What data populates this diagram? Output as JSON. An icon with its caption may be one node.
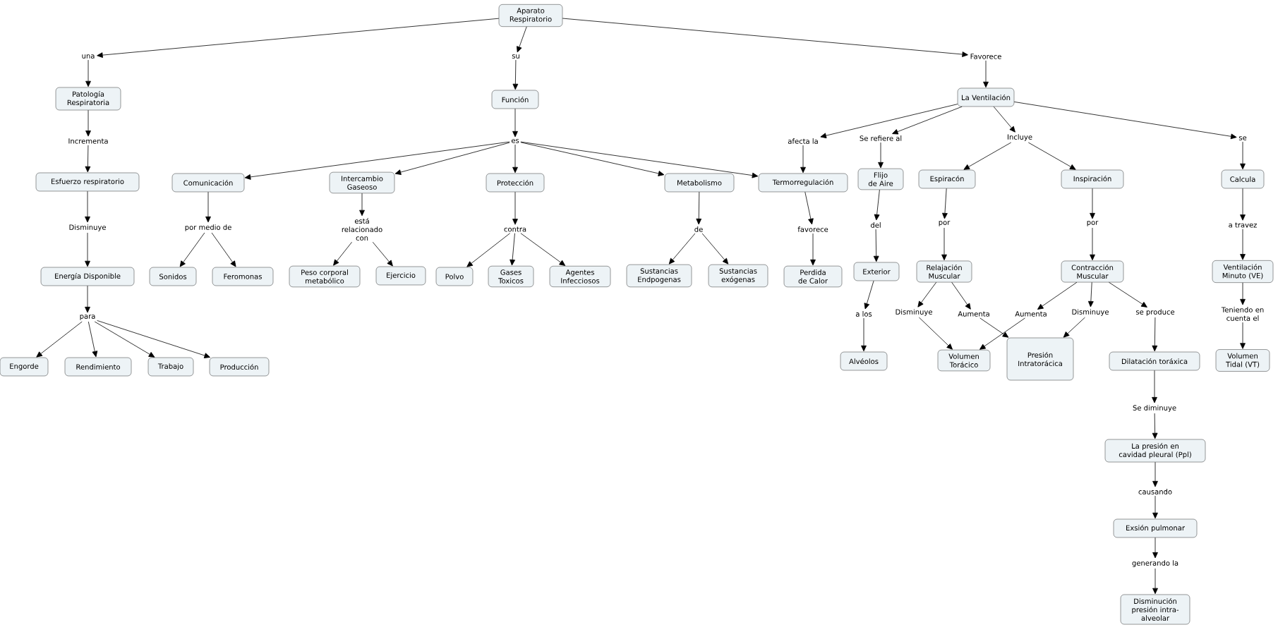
{
  "diagram": {
    "nodes": [
      {
        "text": [
          "Aparato Respiratorio"
        ]
      },
      {
        "text": [
          "una"
        ]
      },
      {
        "text": [
          "su"
        ]
      },
      {
        "text": [
          "Favorece"
        ]
      },
      {
        "text": [
          "Patología Respiratoria"
        ]
      },
      {
        "text": [
          "Función"
        ]
      },
      {
        "text": [
          "La Ventilación"
        ]
      },
      {
        "text": [
          "Incrementa"
        ]
      },
      {
        "text": [
          "es"
        ]
      },
      {
        "text": [
          "afecta la"
        ]
      },
      {
        "text": [
          "Se refiere al"
        ]
      },
      {
        "text": [
          "Incluye"
        ]
      },
      {
        "text": [
          "se"
        ]
      },
      {
        "text": [
          "Esfuerzo respiratorio"
        ]
      },
      {
        "text": [
          "Comunicación"
        ]
      },
      {
        "text": [
          "Intercambio Gaseoso"
        ]
      },
      {
        "text": [
          "Protección"
        ]
      },
      {
        "text": [
          "Metabolismo"
        ]
      },
      {
        "text": [
          "Termorregulación"
        ]
      },
      {
        "text": [
          "Flijo de Aire"
        ]
      },
      {
        "text": [
          "Espiracón"
        ]
      },
      {
        "text": [
          "Inspiración"
        ]
      },
      {
        "text": [
          "Calcula"
        ]
      },
      {
        "text": [
          "Disminuye"
        ]
      },
      {
        "text": [
          "por medio de"
        ]
      },
      {
        "text": [
          "está relacionado con"
        ]
      },
      {
        "text": [
          "contra"
        ]
      },
      {
        "text": [
          "de"
        ]
      },
      {
        "text": [
          "favorece"
        ]
      },
      {
        "text": [
          "del"
        ]
      },
      {
        "text": [
          "por"
        ]
      },
      {
        "text": [
          "por"
        ]
      },
      {
        "text": [
          "a travez"
        ]
      },
      {
        "text": [
          "Energía Disponible"
        ]
      },
      {
        "text": [
          "Sonidos"
        ]
      },
      {
        "text": [
          "Feromonas"
        ]
      },
      {
        "text": [
          "Peso corporal metabólico"
        ]
      },
      {
        "text": [
          "Ejercicio"
        ]
      },
      {
        "text": [
          "Polvo"
        ]
      },
      {
        "text": [
          "Gases Toxicos"
        ]
      },
      {
        "text": [
          "Agentes Infecciosos"
        ]
      },
      {
        "text": [
          "Sustancias Endpogenas"
        ]
      },
      {
        "text": [
          "Sustancias exógenas"
        ]
      },
      {
        "text": [
          "Perdida de Calor"
        ]
      },
      {
        "text": [
          "Exterior"
        ]
      },
      {
        "text": [
          "Relajación Muscular"
        ]
      },
      {
        "text": [
          "Contracción Muscular"
        ]
      },
      {
        "text": [
          "Ventilación Minuto (VE)"
        ]
      },
      {
        "text": [
          "para"
        ]
      },
      {
        "text": [
          "a los"
        ]
      },
      {
        "text": [
          "Disminuye"
        ]
      },
      {
        "text": [
          "Aumenta"
        ]
      },
      {
        "text": [
          "Aumenta"
        ]
      },
      {
        "text": [
          "Disminuye"
        ]
      },
      {
        "text": [
          "se produce"
        ]
      },
      {
        "text": [
          "Teniendo en cuenta el"
        ]
      },
      {
        "text": [
          "Engorde"
        ]
      },
      {
        "text": [
          "Rendimiento"
        ]
      },
      {
        "text": [
          "Trabajo"
        ]
      },
      {
        "text": [
          "Producción"
        ]
      },
      {
        "text": [
          "Alvéolos"
        ]
      },
      {
        "text": [
          "Volumen Torácico"
        ]
      },
      {
        "text": [
          "Presión Intratorácica"
        ]
      },
      {
        "text": [
          "Dilatación toráxica"
        ]
      },
      {
        "text": [
          "Volumen Tidal (VT)"
        ]
      },
      {
        "text": [
          "Se diminuye"
        ]
      },
      {
        "text": [
          "La presión en cavidad pleural (Ppl)"
        ]
      },
      {
        "text": [
          "causando"
        ]
      },
      {
        "text": [
          "Exsión pulmonar"
        ]
      },
      {
        "text": [
          "generando la"
        ]
      },
      {
        "text": [
          "Disminución presión intra-alveolar"
        ]
      }
    ],
    "edges": [
      {
        "from": 0,
        "to": 1,
        "arrow": "to"
      },
      {
        "from": 0,
        "to": 2,
        "arrow": "to"
      },
      {
        "from": 0,
        "to": 3,
        "arrow": "to"
      },
      {
        "from": 1,
        "to": 4,
        "arrow": "to"
      },
      {
        "from": 2,
        "to": 5,
        "arrow": "to"
      },
      {
        "from": 3,
        "to": 6,
        "arrow": "to"
      },
      {
        "from": 4,
        "to": 7,
        "arrow": "to"
      },
      {
        "from": 7,
        "to": 13,
        "arrow": "to"
      },
      {
        "from": 13,
        "to": 23,
        "arrow": "to"
      },
      {
        "from": 23,
        "to": 33,
        "arrow": "to"
      },
      {
        "from": 33,
        "to": 48,
        "arrow": "to"
      },
      {
        "from": 48,
        "to": 56,
        "arrow": "to"
      },
      {
        "from": 48,
        "to": 57,
        "arrow": "to"
      },
      {
        "from": 48,
        "to": 58,
        "arrow": "to"
      },
      {
        "from": 48,
        "to": 59,
        "arrow": "to"
      },
      {
        "from": 5,
        "to": 8,
        "arrow": "to"
      },
      {
        "from": 8,
        "to": 14,
        "arrow": "to"
      },
      {
        "from": 8,
        "to": 15,
        "arrow": "to"
      },
      {
        "from": 8,
        "to": 16,
        "arrow": "to"
      },
      {
        "from": 8,
        "to": 17,
        "arrow": "to"
      },
      {
        "from": 8,
        "to": 18,
        "arrow": "to"
      },
      {
        "from": 14,
        "to": 24,
        "arrow": "to"
      },
      {
        "from": 24,
        "to": 34,
        "arrow": "to"
      },
      {
        "from": 24,
        "to": 35,
        "arrow": "to"
      },
      {
        "from": 15,
        "to": 25,
        "arrow": "to"
      },
      {
        "from": 25,
        "to": 36,
        "arrow": "to"
      },
      {
        "from": 25,
        "to": 37,
        "arrow": "to"
      },
      {
        "from": 16,
        "to": 26,
        "arrow": "to"
      },
      {
        "from": 26,
        "to": 38,
        "arrow": "to"
      },
      {
        "from": 26,
        "to": 39,
        "arrow": "to"
      },
      {
        "from": 26,
        "to": 40,
        "arrow": "to"
      },
      {
        "from": 17,
        "to": 27,
        "arrow": "to"
      },
      {
        "from": 27,
        "to": 41,
        "arrow": "to"
      },
      {
        "from": 27,
        "to": 42,
        "arrow": "to"
      },
      {
        "from": 18,
        "to": 28,
        "arrow": "to"
      },
      {
        "from": 28,
        "to": 43,
        "arrow": "to"
      },
      {
        "from": 6,
        "to": 9,
        "arrow": "to"
      },
      {
        "from": 6,
        "to": 10,
        "arrow": "to"
      },
      {
        "from": 6,
        "to": 11,
        "arrow": "to"
      },
      {
        "from": 6,
        "to": 12,
        "arrow": "to"
      },
      {
        "from": 9,
        "to": 18,
        "arrow": "to"
      },
      {
        "from": 10,
        "to": 19,
        "arrow": "to"
      },
      {
        "from": 11,
        "to": 20,
        "arrow": "to"
      },
      {
        "from": 11,
        "to": 21,
        "arrow": "to"
      },
      {
        "from": 12,
        "to": 22,
        "arrow": "to"
      },
      {
        "from": 19,
        "to": 29,
        "arrow": "to"
      },
      {
        "from": 29,
        "to": 44,
        "arrow": "to"
      },
      {
        "from": 44,
        "to": 49,
        "arrow": "to"
      },
      {
        "from": 49,
        "to": 60,
        "arrow": "to"
      },
      {
        "from": 20,
        "to": 30,
        "arrow": "to"
      },
      {
        "from": 30,
        "to": 45,
        "arrow": "to"
      },
      {
        "from": 45,
        "to": 50,
        "arrow": "to"
      },
      {
        "from": 45,
        "to": 51,
        "arrow": "to"
      },
      {
        "from": 50,
        "to": 61,
        "arrow": "to"
      },
      {
        "from": 51,
        "to": 62,
        "arrow": "to"
      },
      {
        "from": 21,
        "to": 31,
        "arrow": "to"
      },
      {
        "from": 31,
        "to": 46,
        "arrow": "to"
      },
      {
        "from": 46,
        "to": 52,
        "arrow": "to"
      },
      {
        "from": 46,
        "to": 53,
        "arrow": "to"
      },
      {
        "from": 46,
        "to": 54,
        "arrow": "to"
      },
      {
        "from": 52,
        "to": 61,
        "arrow": "to"
      },
      {
        "from": 53,
        "to": 62,
        "arrow": "to"
      },
      {
        "from": 54,
        "to": 63,
        "arrow": "to"
      },
      {
        "from": 63,
        "to": 65,
        "arrow": "to"
      },
      {
        "from": 65,
        "to": 66,
        "arrow": "to"
      },
      {
        "from": 66,
        "to": 67,
        "arrow": "to"
      },
      {
        "from": 67,
        "to": 68,
        "arrow": "to"
      },
      {
        "from": 68,
        "to": 69,
        "arrow": "to"
      },
      {
        "from": 69,
        "to": 70,
        "arrow": "to"
      },
      {
        "from": 22,
        "to": 32,
        "arrow": "to"
      },
      {
        "from": 32,
        "to": 47,
        "arrow": "to"
      },
      {
        "from": 47,
        "to": 55,
        "arrow": "to"
      },
      {
        "from": 55,
        "to": 64,
        "arrow": "to"
      }
    ]
  }
}
